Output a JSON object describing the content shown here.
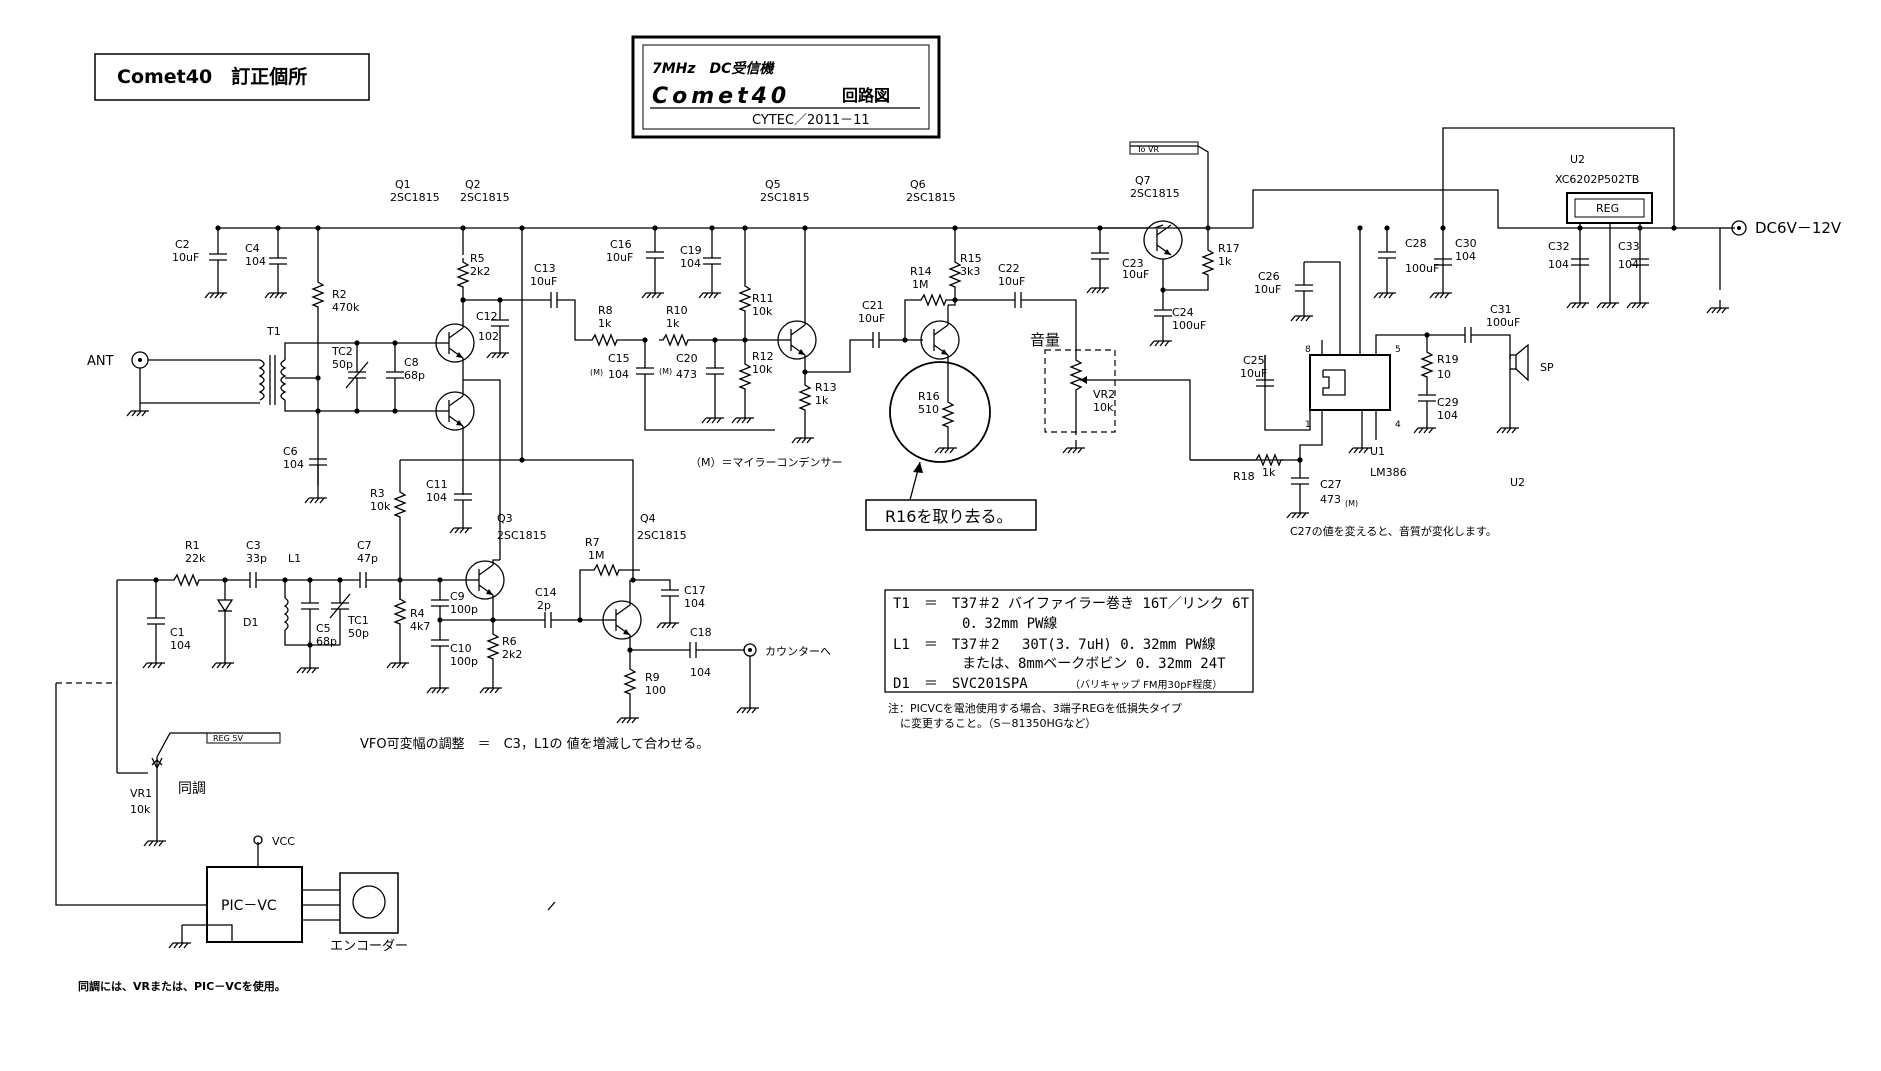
{
  "header": {
    "fix_box": "Comet40　訂正個所",
    "title_line1": "7MHz　DC受信機",
    "title_line2": "Comet40",
    "title_line2b": "回路図",
    "title_line3": "CYTEC／2011－11"
  },
  "labels": {
    "ant": "ANT",
    "t1": "T1",
    "tc2": "TC2",
    "tc2v": "50p",
    "c8": "C8",
    "c8v": "68p",
    "c6": "C6",
    "c6v": "104",
    "c2": "C2",
    "c2v": "10uF",
    "c4": "C4",
    "c4v": "104",
    "r2": "R2",
    "r2v": "470k",
    "q1": "Q1",
    "q1v": "2SC1815",
    "q2": "Q2",
    "q2v": "2SC1815",
    "r5": "R5",
    "r5v": "2k2",
    "c12": "C12",
    "c12v": "102",
    "c13": "C13",
    "c13v": "10uF",
    "c11": "C11",
    "c11v": "104",
    "r3": "R3",
    "r3v": "10k",
    "r8": "R8",
    "r8v": "1k",
    "r10": "R10",
    "r10v": "1k",
    "c15": "C15",
    "c15v": "104",
    "c20": "C20",
    "c20v": "473",
    "m1": "(M)",
    "m2": "(M)",
    "m3": "(M)",
    "c16": "C16",
    "c16v": "10uF",
    "c19": "C19",
    "c19v": "104",
    "r11": "R11",
    "r11v": "10k",
    "r12": "R12",
    "r12v": "10k",
    "r13": "R13",
    "r13v": "1k",
    "q5": "Q5",
    "q5v": "2SC1815",
    "c21": "C21",
    "c21v": "10uF",
    "q6": "Q6",
    "q6v": "2SC1815",
    "r14": "R14",
    "r14v": "1M",
    "r15": "R15",
    "r15v": "3k3",
    "c22": "C22",
    "c22v": "10uF",
    "r16": "R16",
    "r16v": "510",
    "volume": "音量",
    "vr2": "VR2",
    "vr2v": "10k",
    "tovr": "To VR",
    "q7": "Q7",
    "q7v": "2SC1815",
    "c23": "C23",
    "c23v": "10uF",
    "r17": "R17",
    "r17v": "1k",
    "c24": "C24",
    "c24v": "100uF",
    "c26": "C26",
    "c26v": "10uF",
    "c28": "C28",
    "c28v": "100uF",
    "c30": "C30",
    "c30v": "104",
    "u2": "U2",
    "u2v": "XC6202P502TB",
    "reg": "REG",
    "c32": "C32",
    "c32v": "104",
    "c33": "C33",
    "c33v": "104",
    "dc": "DC6V－12V",
    "c25": "C25",
    "c25v": "10uF",
    "pin8": "8",
    "pin5": "5",
    "pin1": "1",
    "pin4": "4",
    "r19": "R19",
    "r19v": "10",
    "c29": "C29",
    "c29v": "104",
    "c31": "C31",
    "c31v": "100uF",
    "sp": "SP",
    "u1": "U1",
    "u1v": "LM386",
    "u2b": "U2",
    "r18": "R18",
    "r18v": "1k",
    "c27": "C27",
    "c27v": "473",
    "c27note": "C27の値を変えると、音質が変化します。",
    "mylar": "（M）＝マイラーコンデンサー",
    "remove_r16": "R16を取り去る。",
    "r1": "R1",
    "r1v": "22k",
    "c3": "C3",
    "c3v": "33p",
    "l1": "L1",
    "c7": "C7",
    "c7v": "47p",
    "c1": "C1",
    "c1v": "104",
    "d1": "D1",
    "c5": "C5",
    "c5v": "68p",
    "tc1": "TC1",
    "tc1v": "50p",
    "r4": "R4",
    "r4v": "4k7",
    "c9": "C9",
    "c9v": "100p",
    "c10": "C10",
    "c10v": "100p",
    "r6": "R6",
    "r6v": "2k2",
    "q3": "Q3",
    "q3v": "2SC1815",
    "q4": "Q4",
    "q4v": "2SC1815",
    "r7": "R7",
    "r7v": "1M",
    "c14": "C14",
    "c14v": "2p",
    "c17": "C17",
    "c17v": "104",
    "c18": "C18",
    "c18v": "104",
    "r9": "R9",
    "r9v": "100",
    "counter": "カウンターへ",
    "vfo_note": "VFO可変幅の調整　＝　C3，L1の 値を増減して合わせる。",
    "reg5v": "REG 5V",
    "vr1": "VR1",
    "vr1v": "10k",
    "tune": "同調",
    "vcc": "VCC",
    "pic": "PIC－VC",
    "encoder": "エンコーダー",
    "bottom_note": "同調には、VRまたは、PIC－VCを使用。",
    "pic_note1": "注：PICVCを電池使用する場合、3端子REGを低損失タイプ",
    "pic_note2": "に変更すること。（S－81350HGなど）"
  },
  "parts_table": {
    "row1a": "T1　＝　T37＃2  バイファイラー巻き  16T／リンク 6T",
    "row1b": "0．32mm  PW線",
    "row2a": "L1　＝　T37＃2　 30T(3．7uH)  0．32mm  PW線",
    "row2b": "または、8mmベークボビン  0．32mm  24T",
    "row3a": "D1　＝　SVC201SPA",
    "row3b": "（バリキャップ  FM用30pF程度）"
  }
}
